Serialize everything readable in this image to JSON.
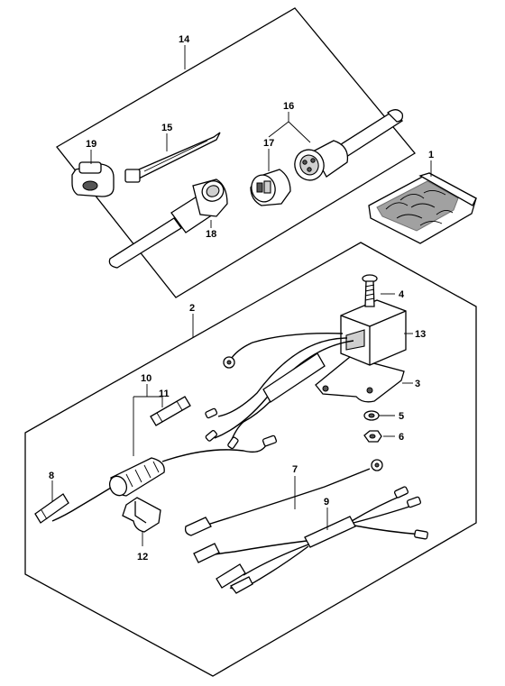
{
  "parts": [
    {
      "id": "1",
      "label": "1"
    },
    {
      "id": "2",
      "label": "2"
    },
    {
      "id": "3",
      "label": "3"
    },
    {
      "id": "4",
      "label": "4"
    },
    {
      "id": "5",
      "label": "5"
    },
    {
      "id": "6",
      "label": "6"
    },
    {
      "id": "7",
      "label": "7"
    },
    {
      "id": "8",
      "label": "8"
    },
    {
      "id": "9",
      "label": "9"
    },
    {
      "id": "10",
      "label": "10"
    },
    {
      "id": "11",
      "label": "11"
    },
    {
      "id": "12",
      "label": "12"
    },
    {
      "id": "13",
      "label": "13"
    },
    {
      "id": "14",
      "label": "14"
    },
    {
      "id": "15",
      "label": "15"
    },
    {
      "id": "16",
      "label": "16"
    },
    {
      "id": "17",
      "label": "17"
    },
    {
      "id": "18",
      "label": "18"
    },
    {
      "id": "19",
      "label": "19"
    }
  ]
}
